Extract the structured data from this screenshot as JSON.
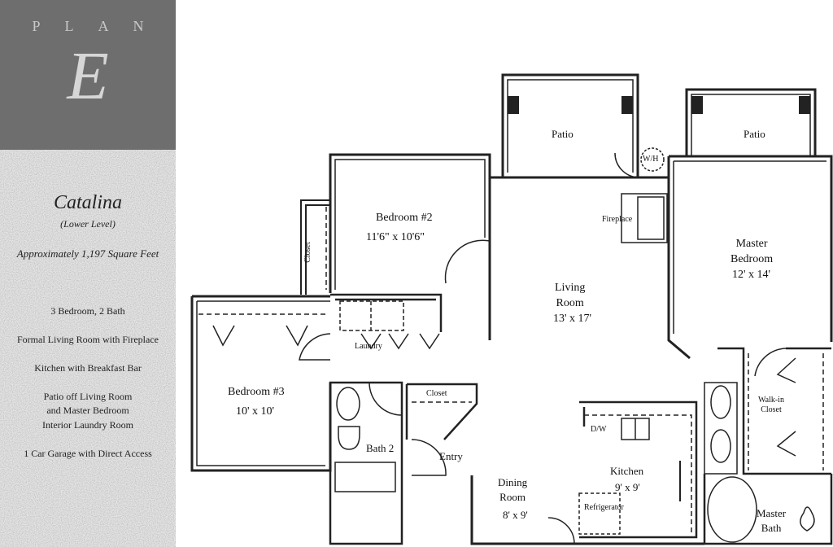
{
  "sidebar": {
    "plan_word": "PLAN",
    "plan_letter": "E",
    "name": "Catalina",
    "level": "(Lower Level)",
    "sqft": "Approximately 1,197 Square Feet",
    "features": [
      "3 Bedroom, 2 Bath",
      "Formal Living Room with Fireplace",
      "Kitchen with Breakfast Bar",
      "Patio off Living Room|and Master Bedroom",
      "Interior Laundry Room",
      "1 Car Garage with Direct Access"
    ]
  },
  "plan": {
    "patio_left": "Patio",
    "patio_right": "Patio",
    "wh": "W/H",
    "fireplace": "Fireplace",
    "bedroom2_name": "Bedroom #2",
    "bedroom2_size": "11'6\" x 10'6\"",
    "closet_vertical": "Closet",
    "living_name": "Living|Room",
    "living_size": "13' x 17'",
    "master_name": "Master|Bedroom",
    "master_size": "12' x 14'",
    "laundry": "Laundry",
    "bedroom3_name": "Bedroom #3",
    "bedroom3_size": "10' x 10'",
    "closet_hall": "Closet",
    "bath2": "Bath 2",
    "entry": "Entry",
    "dw": "D/W",
    "kitchen_name": "Kitchen",
    "kitchen_size": "9' x 9'",
    "dining_name": "Dining|Room",
    "dining_size": "8' x 9'",
    "refrigerator": "Refrigerator",
    "walkin": "Walk-in|Closet",
    "master_bath": "Master|Bath"
  }
}
